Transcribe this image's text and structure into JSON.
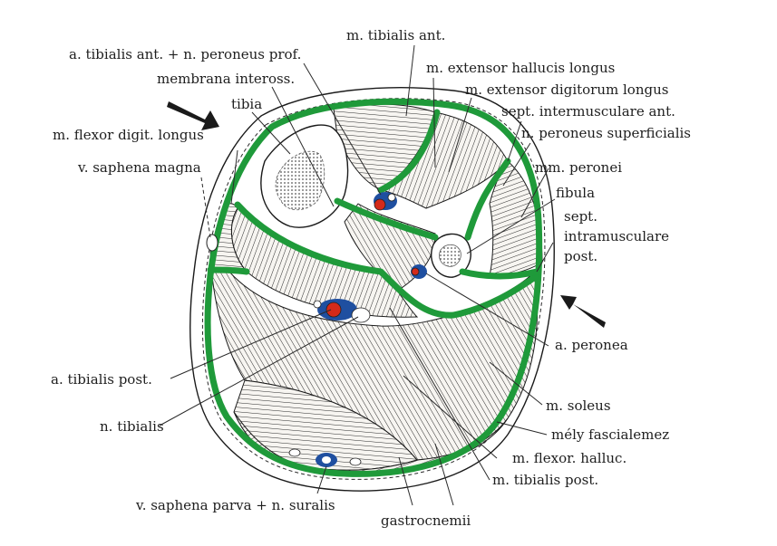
{
  "colors": {
    "fascia_green": "#1f9a3a",
    "artery_red": "#d42a1a",
    "vein_blue": "#1f4fa0",
    "outline": "#1a1a1a",
    "paper": "#ffffff"
  },
  "labels": {
    "tib_ant_nerve": "a. tibialis ant. + n. peroneus prof.",
    "tibialis_ant": "m. tibialis ant.",
    "membrana": "membrana inteross.",
    "ext_hallucis": "m. extensor hallucis longus",
    "ext_digitorum": "m. extensor digitorum longus",
    "tibia": "tibia",
    "sept_ant": "sept. intermusculare ant.",
    "flexor_digit": "m. flexor digit. longus",
    "peroneus_sup": "n. peroneus superficialis",
    "saphena_magna": "v. saphena magna",
    "mm_peronei": "mm. peronei",
    "fibula": "fibula",
    "sept_post_1": "sept.",
    "sept_post_2": "intramusculare",
    "sept_post_3": "post.",
    "a_peronea": "a. peronea",
    "tib_post_artery": "a. tibialis post.",
    "soleus": "m. soleus",
    "n_tibialis": "n. tibialis",
    "fascia": "mély fascialemez",
    "flexor_halluc": "m. flexor. halluc.",
    "tib_post_muscle": "m. tibialis post.",
    "saphena_parva": "v. saphena parva + n. suralis",
    "gastrocnemii": "gastrocnemii"
  },
  "icons": [
    "arrow-left-icon",
    "arrow-right-icon"
  ]
}
